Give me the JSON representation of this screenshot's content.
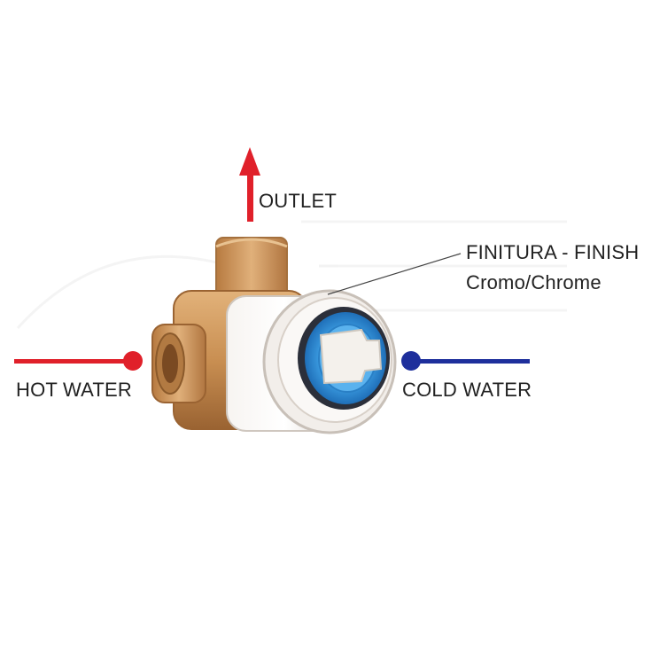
{
  "labels": {
    "outlet": "OUTLET",
    "finish_title": "FINITURA - FINISH",
    "finish_value": "Cromo/Chrome",
    "hot_water": "HOT WATER",
    "cold_water": "COLD WATER"
  },
  "colors": {
    "hot": "#e0202a",
    "cold": "#1e2f9c",
    "outlet_arrow": "#e0202a",
    "brass": "#c9914f",
    "cartridge_blue": "#2f8fd6",
    "chrome": "#eeeae6"
  },
  "icons": {
    "outlet": "arrow-up-icon",
    "hot": "hot-inlet-dot-icon",
    "cold": "cold-inlet-dot-icon"
  }
}
